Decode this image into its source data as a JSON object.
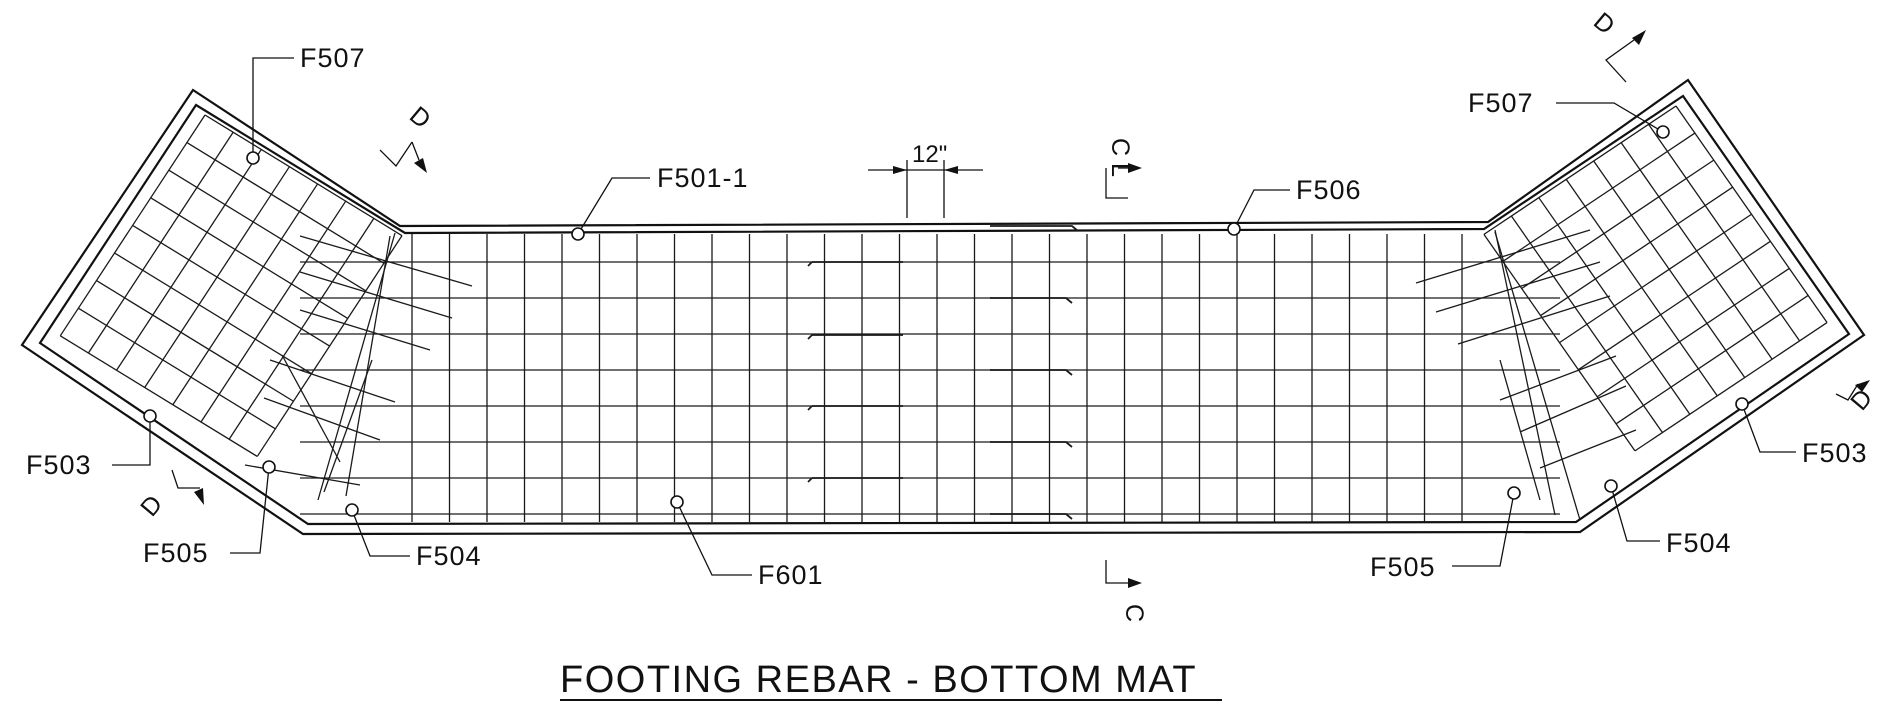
{
  "drawing": {
    "title": "FOOTING REBAR - BOTTOM MAT",
    "dimension": "12\"",
    "bar_marks": {
      "f507_left": "F507",
      "f507_right": "F507",
      "f501": "F501-1",
      "f506": "F506",
      "f503_left": "F503",
      "f503_right": "F503",
      "f505_left": "F505",
      "f505_right": "F505",
      "f504_left": "F504",
      "f504_right": "F504",
      "f601": "F601"
    },
    "sections": {
      "d": "D",
      "c": "C",
      "cl": "C L"
    }
  }
}
